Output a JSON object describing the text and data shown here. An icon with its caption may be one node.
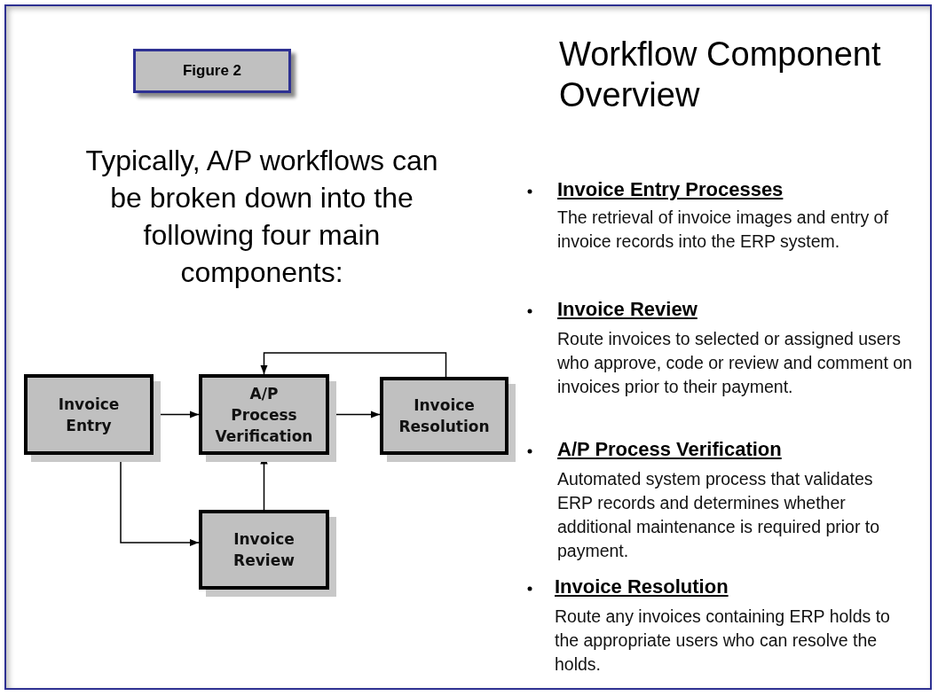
{
  "diagram": {
    "title": "Workflow Component Overview",
    "nodes": [
      {
        "text": [
          "Figure 2"
        ]
      },
      {
        "text": [
          "Invoice Entry"
        ]
      },
      {
        "text": [
          "A/P Process Verification"
        ]
      },
      {
        "text": [
          "Invoice Resolution"
        ]
      },
      {
        "text": [
          "Invoice Review"
        ]
      }
    ],
    "edges": [
      {
        "from": 1,
        "to": 2,
        "arrow": "to"
      },
      {
        "from": 2,
        "to": 3,
        "arrow": "to"
      },
      {
        "from": 3,
        "to": 2,
        "arrow": "to"
      },
      {
        "from": 1,
        "to": 4,
        "arrow": "to"
      },
      {
        "from": 4,
        "to": 2,
        "arrow": "to"
      }
    ],
    "labels": [
      "Typically, A/P workflows can be broken down into the following four main components:",
      "Invoice Entry Processes",
      "The retrieval of invoice images and entry of invoice records into the ERP system.",
      "Invoice Review",
      "Route invoices to selected or assigned users who approve, code or review and comment on invoices prior to their payment.",
      "A/P Process Verification",
      "Automated system process that validates ERP records and determines whether additional maintenance is required prior to payment.",
      "Invoice Resolution",
      "Route any invoices containing ERP holds to the appropriate users who can resolve the holds."
    ]
  }
}
